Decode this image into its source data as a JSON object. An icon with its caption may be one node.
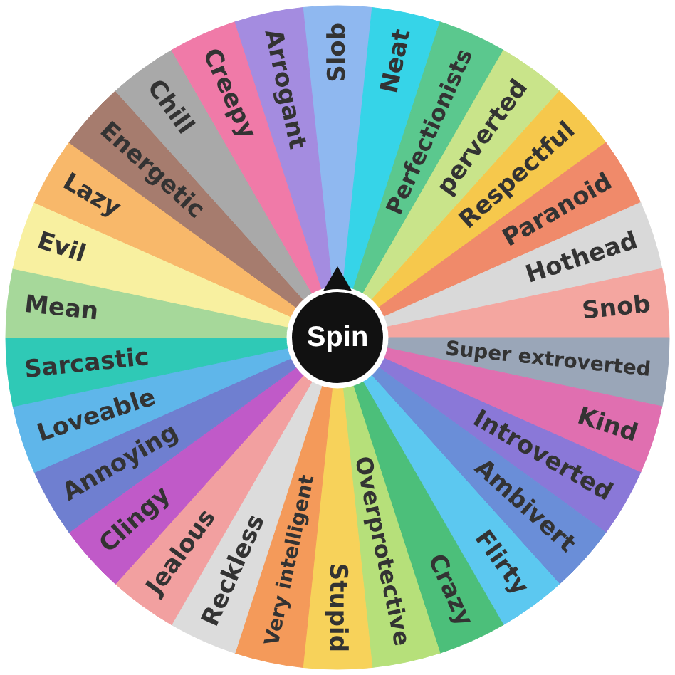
{
  "diagram": {
    "nodes": [
      {
        "text": [
          "Slob"
        ]
      },
      {
        "text": [
          "Neat"
        ]
      },
      {
        "text": [
          "Perfectionists"
        ]
      },
      {
        "text": [
          "perverted"
        ]
      },
      {
        "text": [
          "Respectful"
        ]
      },
      {
        "text": [
          "Paranoid"
        ]
      },
      {
        "text": [
          "Hothead"
        ]
      },
      {
        "text": [
          "Snob"
        ]
      },
      {
        "text": [
          "Super extroverted"
        ]
      },
      {
        "text": [
          "Kind"
        ]
      },
      {
        "text": [
          "Introverted"
        ]
      },
      {
        "text": [
          "Ambivert"
        ]
      },
      {
        "text": [
          "Flirty"
        ]
      },
      {
        "text": [
          "Crazy"
        ]
      },
      {
        "text": [
          "Overprotective"
        ]
      },
      {
        "text": [
          "Stupid"
        ]
      },
      {
        "text": [
          "Very intelligent"
        ]
      },
      {
        "text": [
          "Reckless"
        ]
      },
      {
        "text": [
          "Jealous"
        ]
      },
      {
        "text": [
          "Clingy"
        ]
      },
      {
        "text": [
          "Annoying"
        ]
      },
      {
        "text": [
          "Loveable"
        ]
      },
      {
        "text": [
          "Sarcastic"
        ]
      },
      {
        "text": [
          "Mean"
        ]
      },
      {
        "text": [
          "Evil"
        ]
      },
      {
        "text": [
          "Lazy"
        ]
      },
      {
        "text": [
          "Energetic"
        ]
      },
      {
        "text": [
          "Chill"
        ]
      },
      {
        "text": [
          "Creepy"
        ]
      },
      {
        "text": [
          "Arrogant"
        ]
      },
      {
        "text": [
          "Spin"
        ]
      }
    ]
  }
}
